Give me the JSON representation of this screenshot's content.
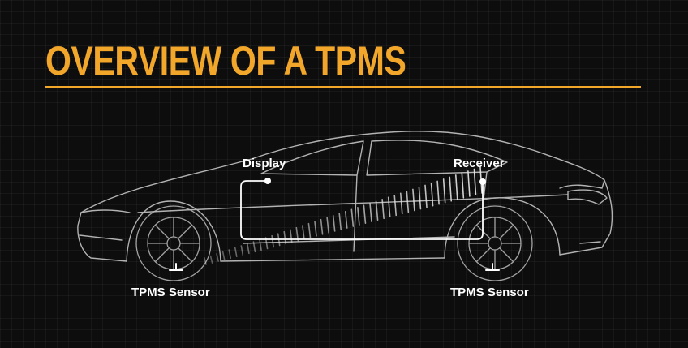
{
  "title": "OVERVIEW OF A TPMS",
  "labels": {
    "display": "Display",
    "receiver": "Receiver",
    "sensor_left": "TPMS Sensor",
    "sensor_right": "TPMS Sensor"
  },
  "colors": {
    "accent": "#f2a72b",
    "background": "#0d0d0d",
    "line": "#ffffff"
  }
}
